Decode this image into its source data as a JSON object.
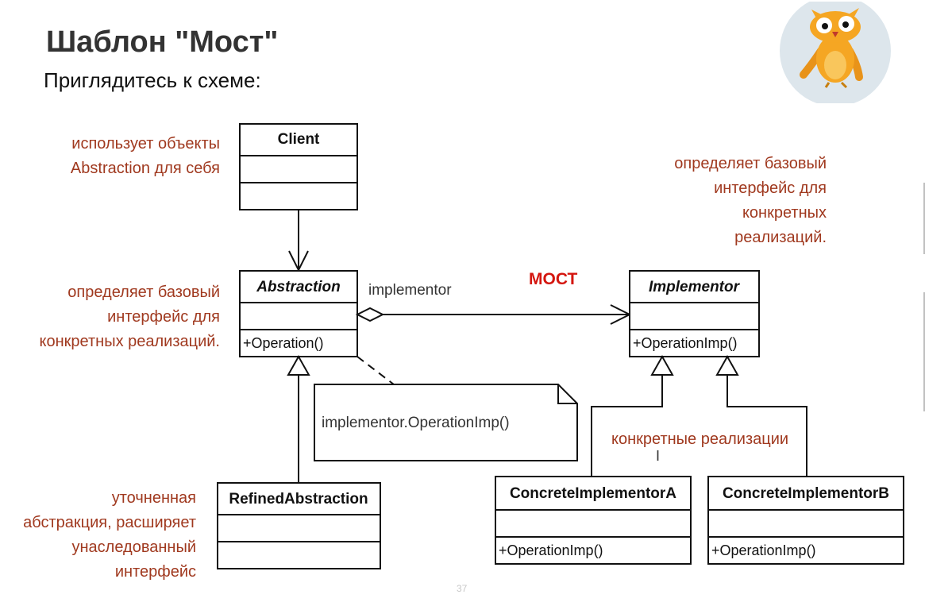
{
  "slide": {
    "title": "Шаблон \"Мост\"",
    "subtitle": "Приглядитесь к схеме:",
    "page_number": "37"
  },
  "notes": {
    "client": [
      "использует объекты",
      "Abstraction для себя"
    ],
    "abstraction": [
      "определяет базовый",
      "интерфейс для",
      "конкретных реализаций."
    ],
    "implementor": [
      "определяет базовый",
      "интерфейс для",
      "конкретных",
      "реализаций."
    ],
    "refined": [
      "уточненная",
      "абстракция, расширяет",
      "унаследованный",
      "интерфейс"
    ],
    "concrete": "конкретные реализации",
    "bridge_label": "МОСТ"
  },
  "uml": {
    "client": {
      "name": "Client",
      "method": ""
    },
    "abstraction": {
      "name": "Abstraction",
      "method": "+Operation()"
    },
    "implementor": {
      "name": "Implementor",
      "method": "+OperationImp()"
    },
    "refined": {
      "name": "RefinedAbstraction",
      "method": ""
    },
    "concrete_a": {
      "name": "ConcreteImplementorA",
      "method": "+OperationImp()"
    },
    "concrete_b": {
      "name": "ConcreteImplementorB",
      "method": "+OperationImp()"
    },
    "association_label": "implementor",
    "note_text": "implementor.OperationImp()"
  },
  "colors": {
    "note_text": "#a0391f",
    "bridge_label": "#d4160f",
    "title": "#333333",
    "owl_body": "#f5a623",
    "owl_background": "#dde6ec"
  },
  "icons": {
    "mascot": "owl-mascot-icon"
  }
}
